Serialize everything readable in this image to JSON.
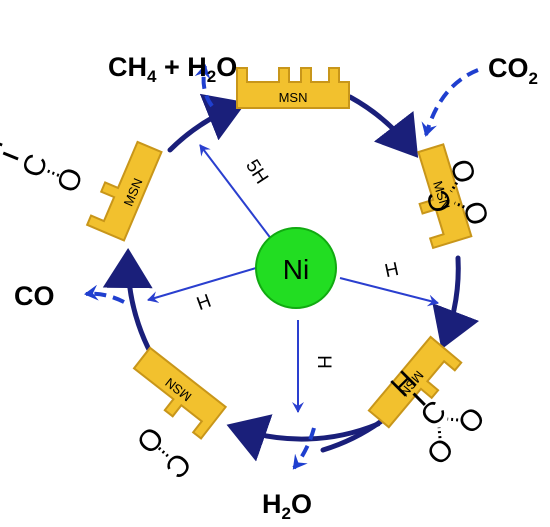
{
  "colors": {
    "support": "#f2c12e",
    "support_stroke": "#c8961a",
    "cycle": "#1a1f7a",
    "spillover": "#2a3fcf",
    "product": "#1f3fcf",
    "nickel": "#22dd22"
  },
  "catalyst": {
    "label": "Ni"
  },
  "support": {
    "label": "MSN"
  },
  "species": {
    "co2": {
      "top": "CO",
      "sub": "2"
    },
    "ch4_h2o": {
      "a": "CH",
      "a_sub": "4",
      "b": " + H",
      "b_sub": "2",
      "c": "O"
    },
    "co": {
      "text": "CO"
    },
    "h2o": {
      "a": "H",
      "a_sub": "2",
      "b": "O"
    }
  },
  "spillover": {
    "h_top": "5H",
    "h_left": "H",
    "h_right": "H",
    "h_bottom": "H"
  },
  "atoms": {
    "h": "H",
    "c": "C",
    "o": "O"
  }
}
